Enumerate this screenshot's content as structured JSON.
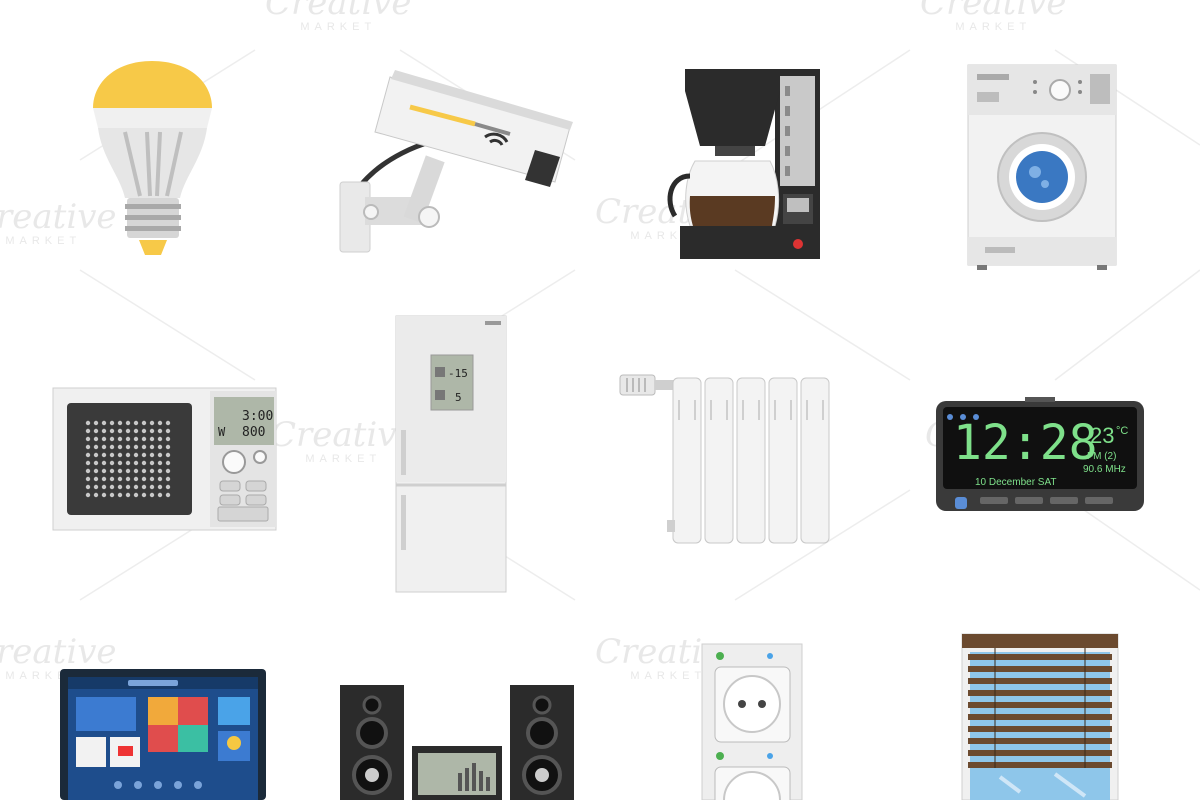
{
  "watermark": {
    "brand": "Creative",
    "sub": "MARKET"
  },
  "icons": [
    {
      "name": "led-bulb-icon"
    },
    {
      "name": "security-camera-icon"
    },
    {
      "name": "coffee-maker-icon"
    },
    {
      "name": "washing-machine-icon"
    },
    {
      "name": "microwave-icon"
    },
    {
      "name": "refrigerator-icon"
    },
    {
      "name": "radiator-icon"
    },
    {
      "name": "alarm-clock-icon"
    },
    {
      "name": "smart-tv-icon"
    },
    {
      "name": "stereo-system-icon"
    },
    {
      "name": "power-socket-icon"
    },
    {
      "name": "window-blinds-icon"
    }
  ],
  "microwave": {
    "time": "3:00",
    "power_unit": "W",
    "power": "800"
  },
  "fridge": {
    "freezer_temp": "-15",
    "fridge_temp": "5"
  },
  "clock": {
    "time": "12:28",
    "temp": "23",
    "temp_unit": "°C",
    "radio": "FM (2)",
    "freq": "90.6 MHz",
    "date": "10 December SAT"
  },
  "colors": {
    "bulb": "#f7c948",
    "screen": "#1b2a3a",
    "clock_digits": "#7ee08a",
    "blind": "#6b4a2f",
    "glass": "#8ec6ea"
  }
}
